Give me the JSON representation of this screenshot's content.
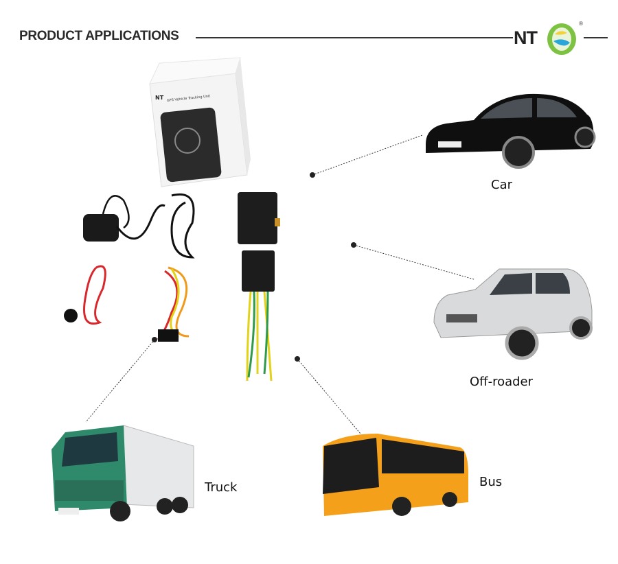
{
  "header": {
    "title": "PRODUCT APPLICATIONS",
    "logo": "NT",
    "registered": "®"
  },
  "product_box": {
    "brand": "NT",
    "caption": "GPS Vehicle Tracking Unit"
  },
  "applications": [
    {
      "label": "Car"
    },
    {
      "label": "Off-roader"
    },
    {
      "label": "Truck"
    },
    {
      "label": "Bus"
    }
  ],
  "colors": {
    "logo_green": "#7dc242",
    "logo_blue": "#2aa6d8",
    "truck_green": "#2e8a6a",
    "bus_orange": "#f5a01a"
  }
}
